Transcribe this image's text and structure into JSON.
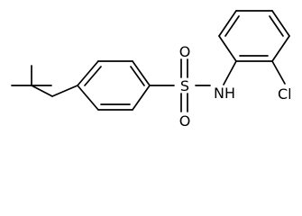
{
  "molecule": {
    "atom_labels": {
      "sulfur": "S",
      "oxygen_top": "O",
      "oxygen_bottom": "O",
      "nitrogen": "NH",
      "chlorine": "Cl"
    }
  }
}
